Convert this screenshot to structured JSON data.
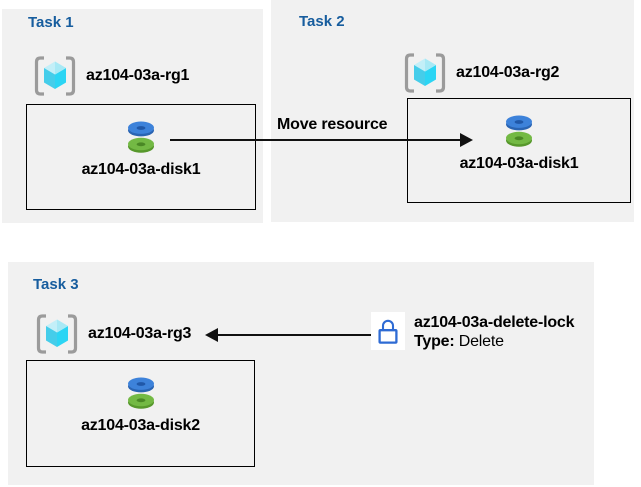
{
  "theme": {
    "page_bg": "#ffffff",
    "panel_bg": "#f1f1f1",
    "task_title_color": "#175d9e",
    "text_color": "#000000",
    "box_border_color": "#000000",
    "arrow_color": "#111111",
    "lock_color": "#2e6bd4",
    "disk_blue_top": "#3d82da",
    "disk_blue_side": "#2a64b2",
    "disk_blue_hole": "#2058a8",
    "disk_green_top": "#73b944",
    "disk_green_side": "#57982c",
    "disk_green_hole": "#4a8825",
    "cube_top": "#c3eff8",
    "cube_left": "#45cdea",
    "cube_right": "#2bd5f4",
    "bracket_gray": "#9b9b9b"
  },
  "tasks": [
    {
      "title": "Task 1",
      "resource_group": "az104-03a-rg1",
      "disk": "az104-03a-disk1"
    },
    {
      "title": "Task 2",
      "resource_group": "az104-03a-rg2",
      "disk": "az104-03a-disk1"
    },
    {
      "title": "Task 3",
      "resource_group": "az104-03a-rg3",
      "disk": "az104-03a-disk2"
    }
  ],
  "move_arrow": {
    "label": "Move resource"
  },
  "delete_lock": {
    "name": "az104-03a-delete-lock",
    "type_label": "Type:",
    "type_value": "Delete"
  }
}
